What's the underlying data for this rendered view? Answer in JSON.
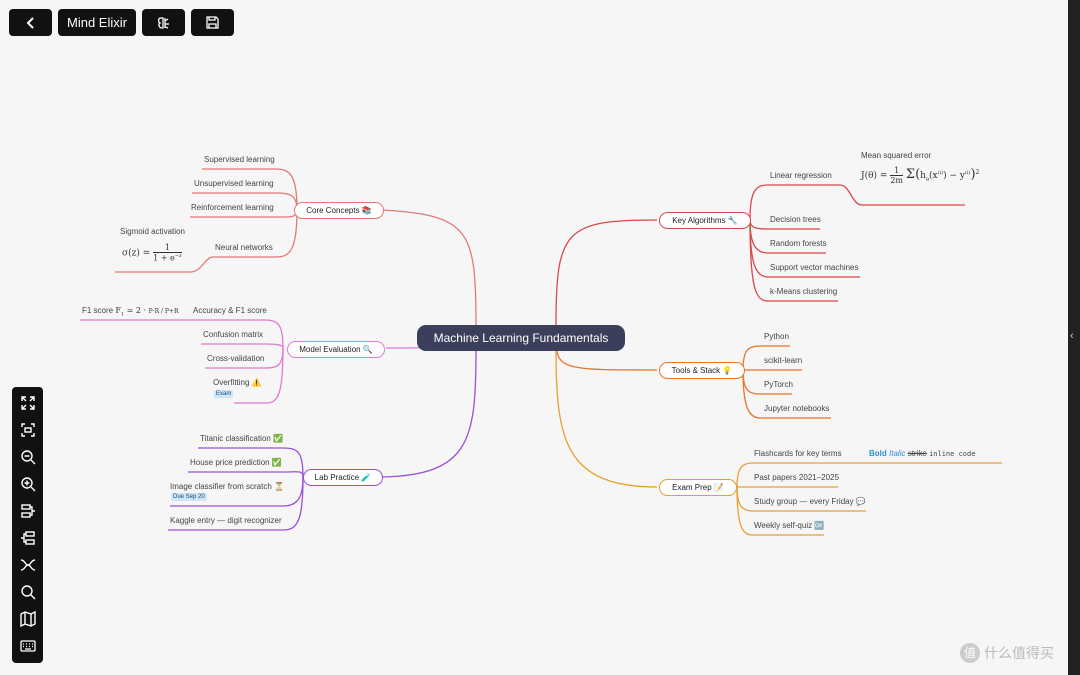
{
  "toolbar": {
    "back_icon": "chevron-left-icon",
    "title_button": "Mind Elixir",
    "brain_icon": "brain-icon",
    "save_icon": "save-icon"
  },
  "root": {
    "label": "Machine Learning Fundamentals"
  },
  "branches": {
    "core": {
      "label": "Core Concepts 📚",
      "items": [
        "Supervised learning",
        "Unsupervised learning",
        "Reinforcement learning",
        "Neural networks"
      ],
      "note_label": "Sigmoid activation"
    },
    "evaluation": {
      "label": "Model Evaluation 🔍",
      "items": [
        "Accuracy & F1 score",
        "Confusion matrix",
        "Cross-validation",
        "Overfitting ⚠️"
      ],
      "f1_prefix": "F1 score",
      "overfitting_tag": "Exam"
    },
    "lab": {
      "label": "Lab Practice 🧪",
      "items": [
        "Titanic classification ✅",
        "House price prediction ✅",
        "Image classifier from scratch ⏳",
        "Kaggle entry — digit recognizer"
      ],
      "image_tag": "Due Sep 20"
    },
    "algorithms": {
      "label": "Key Algorithms 🔧",
      "items": [
        "Linear regression",
        "Decision trees",
        "Random forests",
        "Support vector machines",
        "k-Means clustering"
      ],
      "note_label": "Mean squared error"
    },
    "tools": {
      "label": "Tools & Stack 💡",
      "items": [
        "Python",
        "scikit-learn",
        "PyTorch",
        "Jupyter notebooks"
      ]
    },
    "exam": {
      "label": "Exam Prep 📝",
      "items": [
        "Flashcards for key terms",
        "Past papers 2021–2025",
        "Study group — every Friday 💬",
        "Weekly self-quiz 🆗"
      ],
      "md_bold": "Bold",
      "md_italic": "Italic",
      "md_strike": "strike",
      "md_code": "inline code"
    }
  },
  "colors": {
    "core": "#e07a7a",
    "evaluation": "#e07ad0",
    "lab": "#9b4fd6",
    "algorithms": "#d94a4a",
    "tools": "#e8742a",
    "exam": "#e8a030",
    "root_bg": "#3b3f5c",
    "canvas_bg": "#f6f6f6"
  },
  "side_tools": [
    "fullscreen-icon",
    "center-focus-icon",
    "zoom-out-icon",
    "zoom-in-icon",
    "layout-left-icon",
    "layout-right-icon",
    "layout-both-icon",
    "search-icon",
    "map-icon",
    "keyboard-icon"
  ],
  "watermark": {
    "text": "什么值得买",
    "logo": "值"
  }
}
